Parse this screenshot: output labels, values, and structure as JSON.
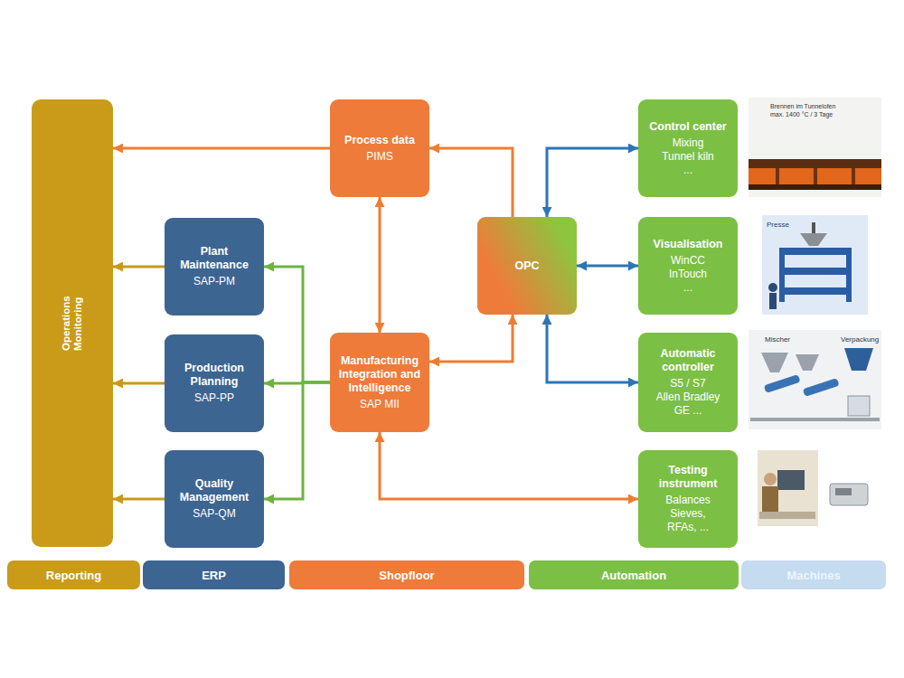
{
  "diagram": {
    "nodes": [
      {
        "text": [
          "Operations Monitoring"
        ]
      },
      {
        "text": [
          "Plant Maintenance",
          "SAP-PM"
        ]
      },
      {
        "text": [
          "Production Planning",
          "SAP-PP"
        ]
      },
      {
        "text": [
          "Quality Management",
          "SAP-QM"
        ]
      },
      {
        "text": [
          "Process data",
          "PIMS"
        ]
      },
      {
        "text": [
          "Manufacturing Integration and Intelligence",
          "SAP MII"
        ]
      },
      {
        "text": [
          "OPC"
        ]
      },
      {
        "text": [
          "Control center",
          "Mixing",
          "Tunnel kiln",
          "..."
        ]
      },
      {
        "text": [
          "Visualisation",
          "WinCC",
          "InTouch",
          "..."
        ]
      },
      {
        "text": [
          "Automatic controller",
          "S5 / S7",
          "Allen Bradley",
          "GE ..."
        ]
      },
      {
        "text": [
          "Testing instrument",
          "Balances",
          "Sieves,",
          "RFAs, ..."
        ]
      },
      {
        "text": [
          "Reporting"
        ]
      },
      {
        "text": [
          "ERP"
        ]
      },
      {
        "text": [
          "Shopfloor"
        ]
      },
      {
        "text": [
          "Automation"
        ]
      },
      {
        "text": [
          "Machines"
        ]
      }
    ],
    "edges": [
      {
        "from": 4,
        "to": 0,
        "arrow": "to"
      },
      {
        "from": 1,
        "to": 0,
        "arrow": "to"
      },
      {
        "from": 2,
        "to": 0,
        "arrow": "to"
      },
      {
        "from": 3,
        "to": 0,
        "arrow": "to"
      },
      {
        "from": 5,
        "to": 4,
        "arrow": "both"
      },
      {
        "from": 5,
        "to": 1,
        "arrow": "to"
      },
      {
        "from": 5,
        "to": 2,
        "arrow": "to"
      },
      {
        "from": 5,
        "to": 3,
        "arrow": "to"
      },
      {
        "from": 6,
        "to": 4,
        "arrow": "to"
      },
      {
        "from": 5,
        "to": 6,
        "arrow": "both"
      },
      {
        "from": 6,
        "to": 7,
        "arrow": "both"
      },
      {
        "from": 6,
        "to": 8,
        "arrow": "both"
      },
      {
        "from": 6,
        "to": 9,
        "arrow": "both"
      },
      {
        "from": 5,
        "to": 10,
        "arrow": "both"
      }
    ],
    "labels": [
      "Brennen im Tunnelofen",
      "max. 1400 °C / 3 Tage",
      "Presse",
      "Mischer",
      "Verpackung"
    ]
  }
}
